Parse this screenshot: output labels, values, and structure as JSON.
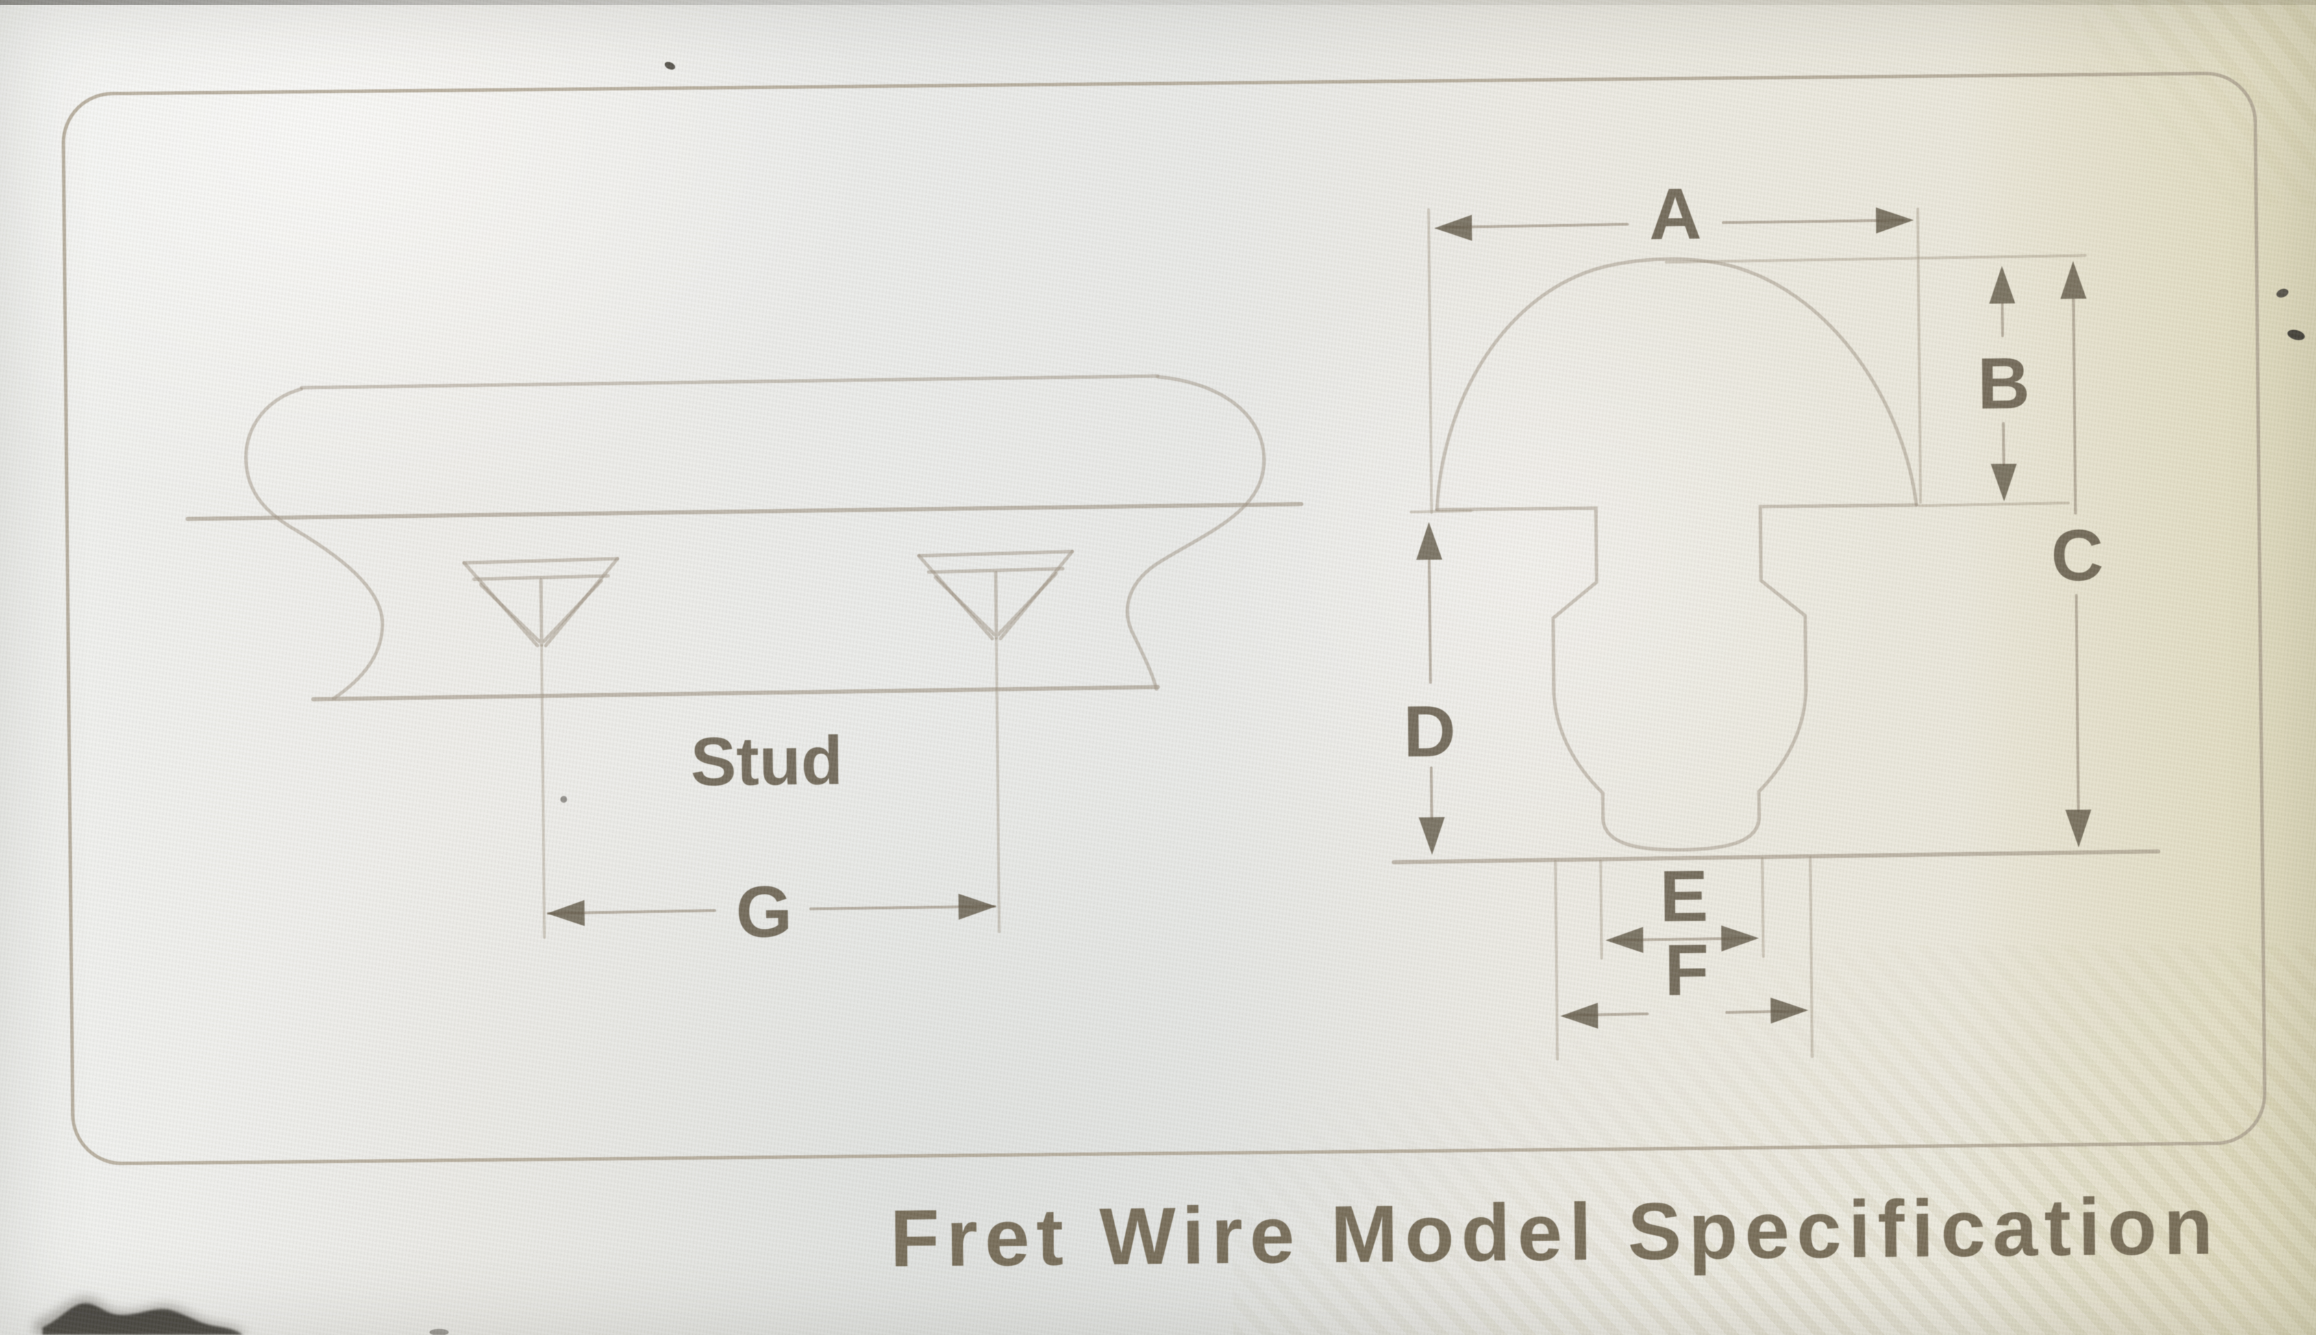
{
  "title": "Fret Wire Model Specification",
  "side_view": {
    "stud_label": "Stud",
    "stud_spacing_dim": "G"
  },
  "cross_section": {
    "crown_width": "A",
    "crown_height": "B",
    "overall_height": "C",
    "tang_depth": "D",
    "tang_width": "E",
    "barb_width": "F"
  },
  "colors": {
    "paper": "#ebe9e4",
    "line": "#9a8e7d",
    "frame": "#aca18f",
    "ink": "#5a5140",
    "title_ink": "#6a604a",
    "band": "#d6ce9e",
    "smudge": "#3b3833"
  }
}
